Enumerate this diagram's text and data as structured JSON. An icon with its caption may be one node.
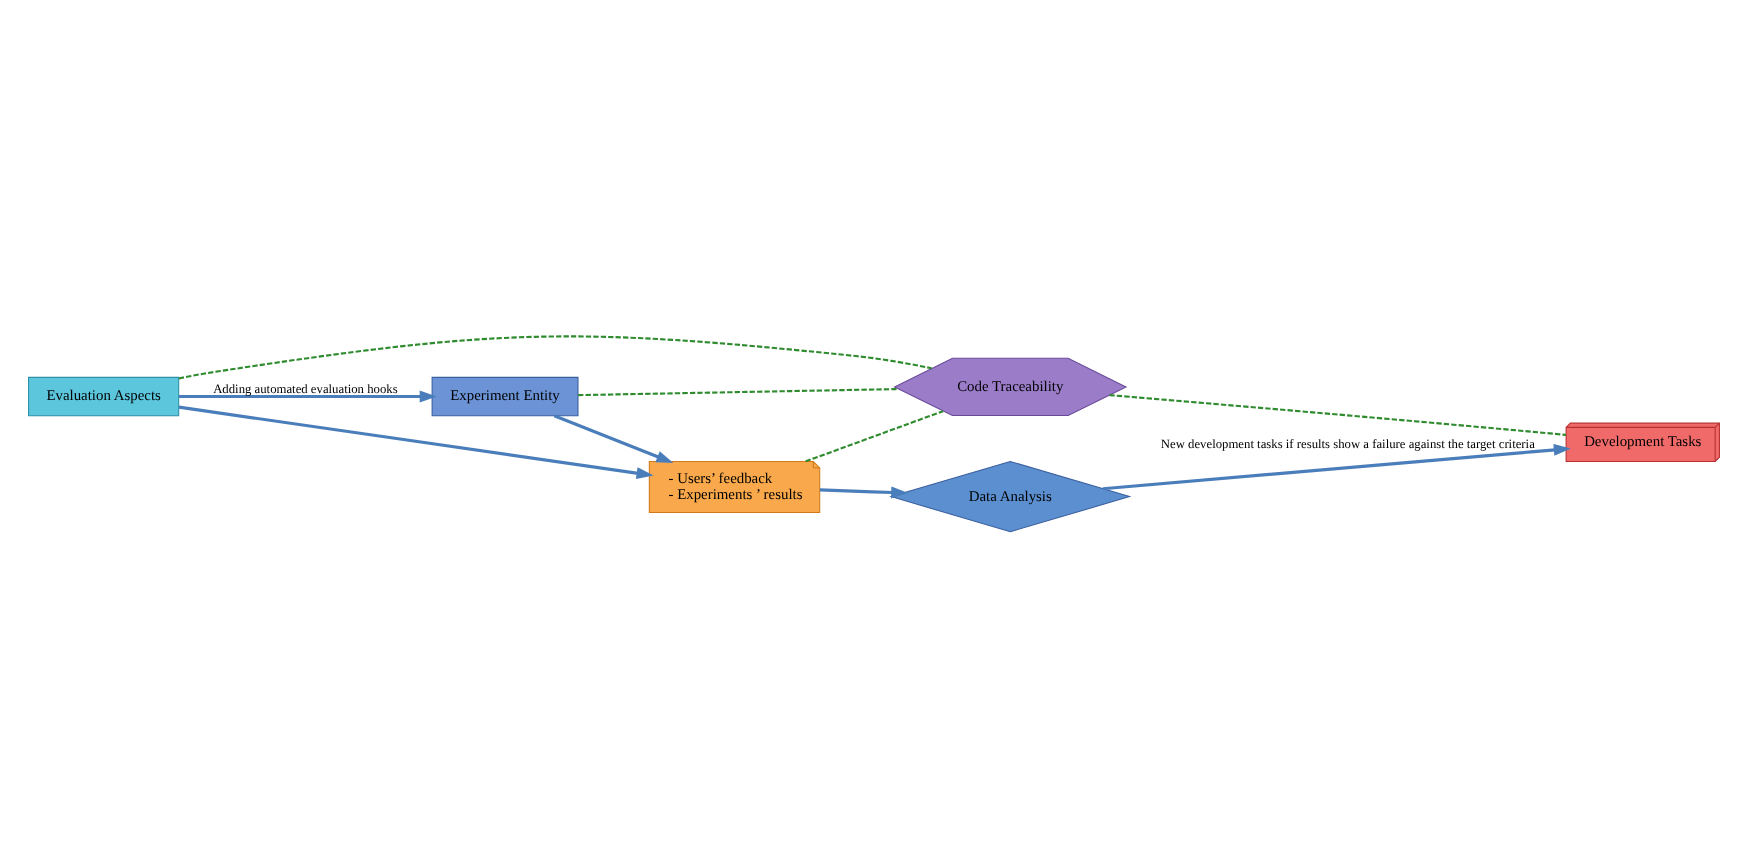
{
  "diagram": {
    "nodes": [
      {
        "text": [
          "Experiment Entity"
        ]
      },
      {
        "text": [
          "- Users’ feedback",
          "- Experiments ’ results"
        ]
      },
      {
        "text": [
          "Data Analysis"
        ]
      },
      {
        "text": [
          "Evaluation Aspects"
        ]
      },
      {
        "text": [
          "Development Tasks"
        ]
      },
      {
        "text": [
          "Code Traceability"
        ]
      }
    ],
    "edges": [
      {
        "from": 0,
        "to": 1,
        "arrow": "to"
      },
      {
        "from": 3,
        "to": 0,
        "arrow": "to",
        "label": "Adding automated evaluation hooks"
      },
      {
        "from": 3,
        "to": 1,
        "arrow": "to"
      },
      {
        "from": 1,
        "to": 2,
        "arrow": "to"
      },
      {
        "from": 2,
        "to": 4,
        "arrow": "to",
        "label": "New development tasks if results show a failure against the target criteria"
      },
      {
        "from": 0,
        "to": 5,
        "arrow": "none",
        "style": "dashed",
        "color": "#2e8b2e"
      },
      {
        "from": 3,
        "to": 5,
        "arrow": "none",
        "style": "dashed",
        "color": "#2e8b2e"
      },
      {
        "from": 1,
        "to": 5,
        "arrow": "none",
        "style": "dashed",
        "color": "#2e8b2e"
      },
      {
        "from": 5,
        "to": 4,
        "arrow": "none",
        "style": "dashed",
        "color": "#2e8b2e"
      }
    ]
  }
}
